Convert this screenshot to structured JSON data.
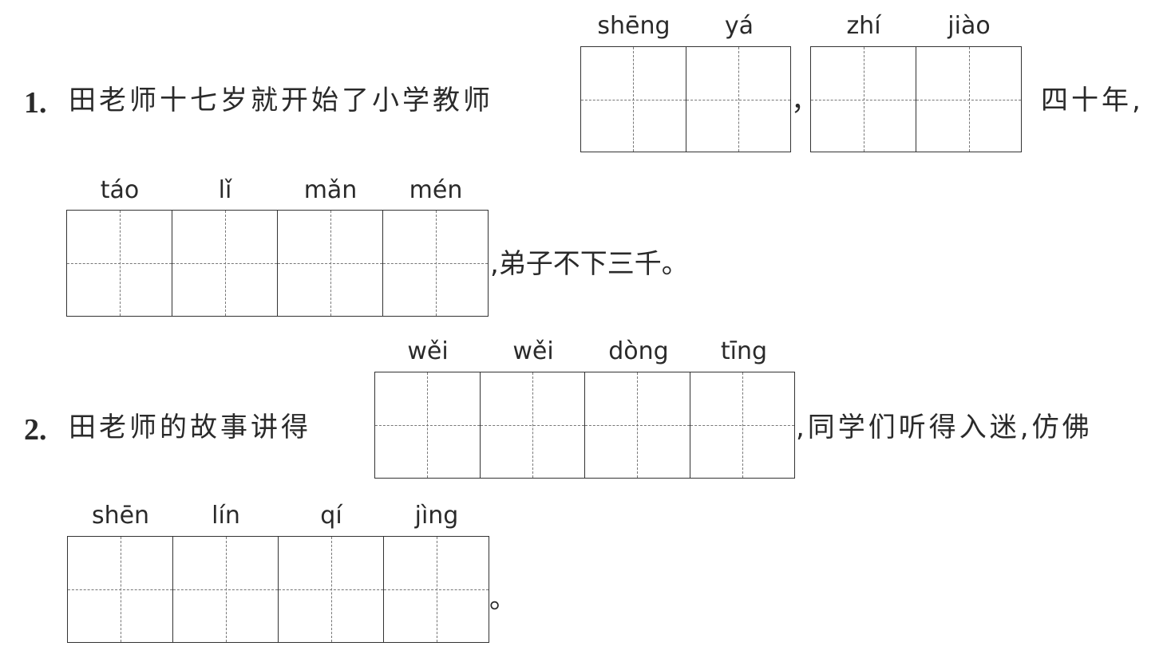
{
  "q1": {
    "number": "1.",
    "line1_text": "田老师十七岁就开始了小学教师",
    "comma_mid": "，",
    "line1_end": "四十年,",
    "group1_pinyin": [
      "shēng",
      "yá"
    ],
    "group2_pinyin": [
      "zhí",
      "jiào"
    ],
    "group3_pinyin": [
      "táo",
      "lǐ",
      "mǎn",
      "mén"
    ],
    "line2_end": ",弟子不下三千。"
  },
  "q2": {
    "number": "2.",
    "line1_text": "田老师的故事讲得",
    "group1_pinyin": [
      "wěi",
      "wěi",
      "dòng",
      "tīng"
    ],
    "line1_end": ",同学们听得入迷,仿佛",
    "group2_pinyin": [
      "shēn",
      "lín",
      "qí",
      "jìng"
    ],
    "line2_end": "。"
  }
}
